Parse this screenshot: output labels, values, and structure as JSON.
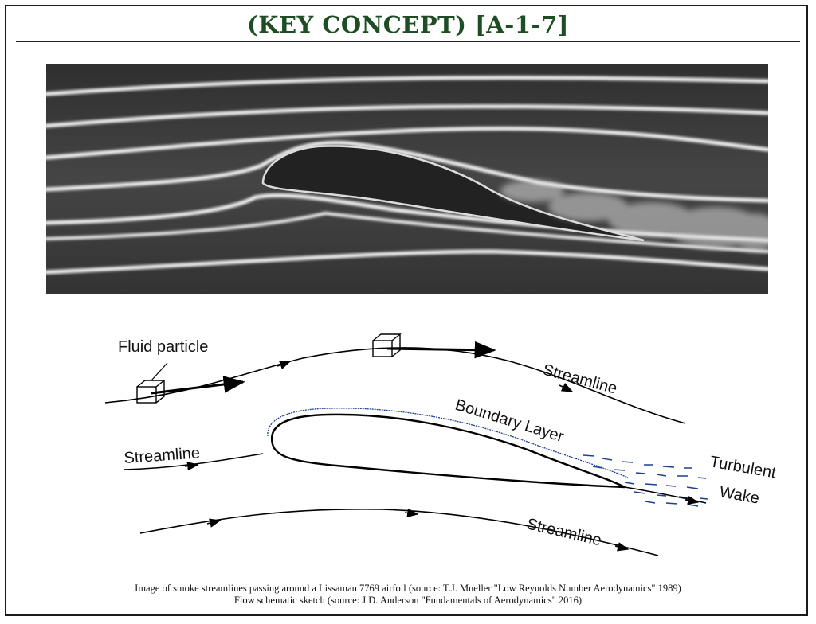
{
  "header": {
    "title": "(KEY CONCEPT) [A-1-7]"
  },
  "schematic": {
    "labels": {
      "fluid_particle": "Fluid particle",
      "streamline_top": "Streamline",
      "streamline_left": "Streamline",
      "streamline_bottom": "Streamline",
      "boundary_layer": "Boundary Layer",
      "turbulent": "Turbulent",
      "wake": "Wake"
    }
  },
  "caption": {
    "line1": "Image of smoke streamlines passing around a Lissaman 7769 airfoil (source: T.J. Mueller \"Low Reynolds Number Aerodynamics\" 1989)",
    "line2": "Flow schematic sketch (source: J.D. Anderson \"Fundamentals of Aerodynamics\" 2016)"
  },
  "colors": {
    "title": "#1e4d24",
    "boundary_layer": "#1f3f8f",
    "photo_background": "#3b3b3b"
  }
}
